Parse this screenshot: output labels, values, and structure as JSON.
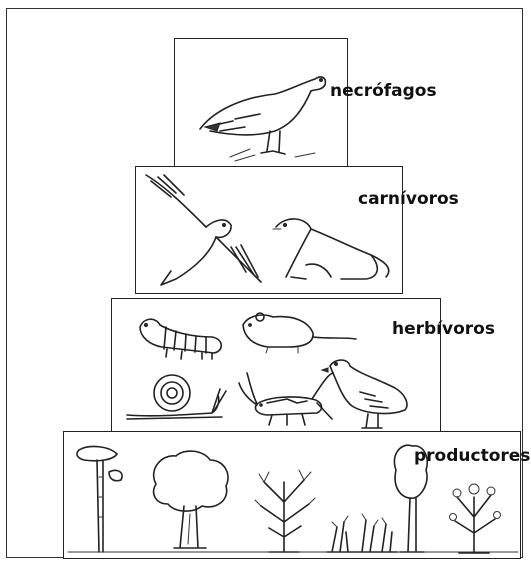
{
  "pyramid": {
    "levels": [
      {
        "id": "scavengers",
        "label": "necrófagos",
        "organisms": [
          "vulture"
        ]
      },
      {
        "id": "carnivores",
        "label": "carnívoros",
        "organisms": [
          "hawk",
          "weasel"
        ]
      },
      {
        "id": "herbivores",
        "label": "herbívoros",
        "organisms": [
          "caterpillar",
          "mouse",
          "snail",
          "cricket",
          "partridge"
        ]
      },
      {
        "id": "producers",
        "label": "productores",
        "organisms": [
          "palm-tree",
          "oak-tree",
          "shrub",
          "grass",
          "tall-shrub",
          "flowering-shrub"
        ]
      }
    ]
  },
  "colors": {
    "ink": "#222222",
    "background": "#ffffff"
  }
}
